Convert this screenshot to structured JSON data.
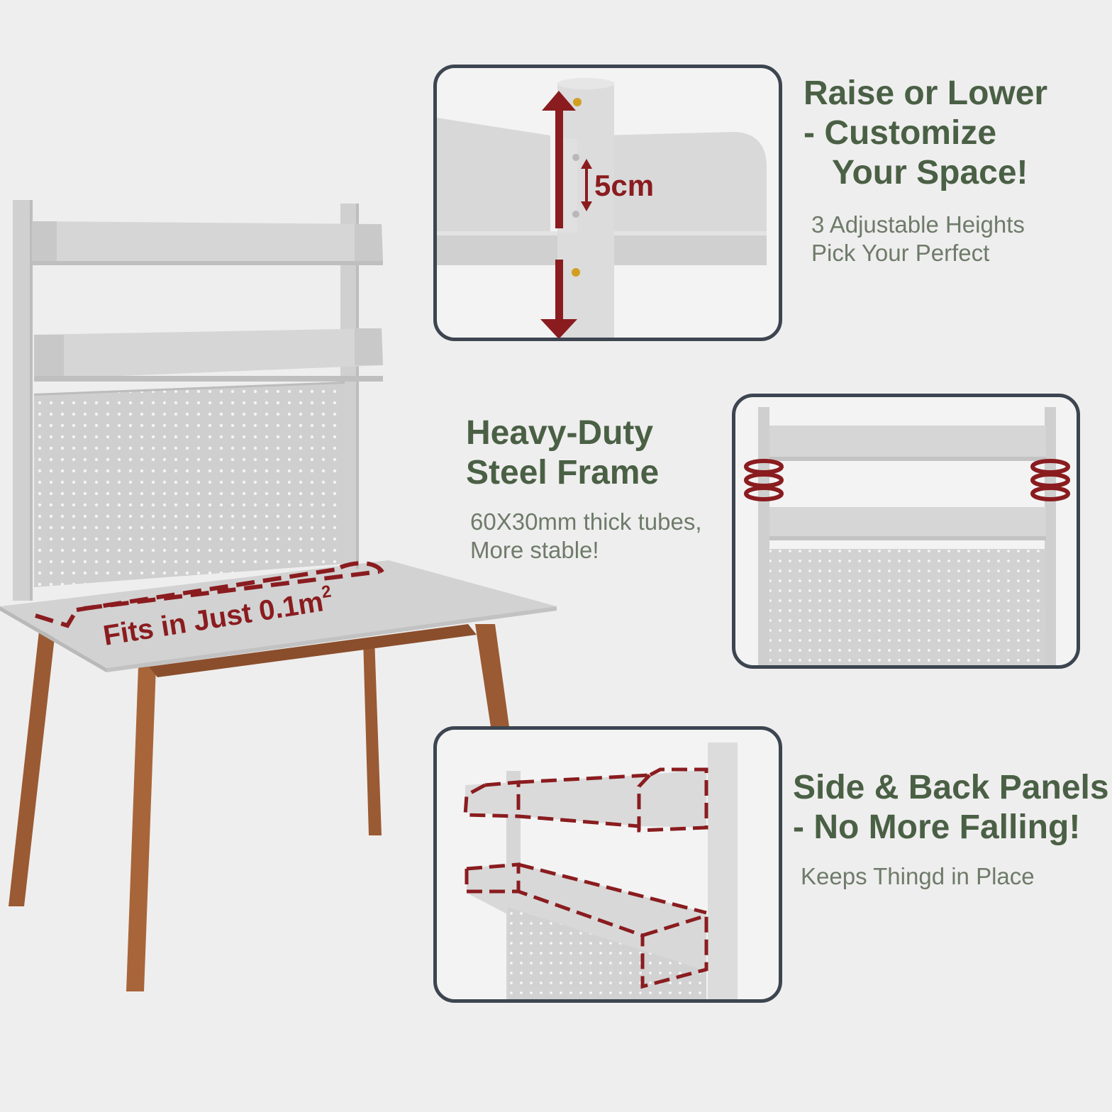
{
  "desk": {
    "fits_label": "Fits in Just 0.1m",
    "fits_superscript": "2"
  },
  "features": [
    {
      "heading_lines": [
        "Raise or Lower",
        "-  Customize",
        "    Your Space!"
      ],
      "sub_lines": [
        "3 Adjustable Heights",
        "Pick Your Perfect"
      ],
      "callout": "5cm"
    },
    {
      "heading_lines": [
        "Heavy-Duty",
        "Steel Frame"
      ],
      "sub_lines": [
        "60X30mm thick tubes,",
        "More stable!"
      ]
    },
    {
      "heading_lines": [
        "Side & Back Panels",
        "-  No More Falling!"
      ],
      "sub_lines": [
        "Keeps Thingd in Place"
      ]
    }
  ],
  "colors": {
    "background": "#efeeee",
    "heading": "#4a6045",
    "subtext": "#6e7b6a",
    "accent_red": "#8a1c1f",
    "panel_border": "#3c4550",
    "wood": "#9a5a33",
    "steel": "#d4d4d4"
  }
}
